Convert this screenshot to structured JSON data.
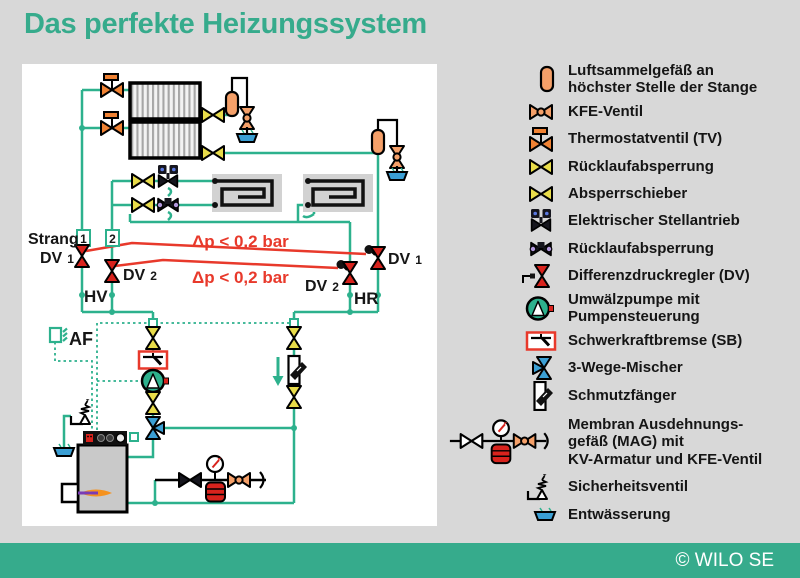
{
  "title": "Das perfekte Heizungssystem",
  "footer": {
    "copyright": "© WILO SE"
  },
  "colors": {
    "accent_teal": "#36ab8c",
    "pipe_teal": "#2db18d",
    "signal_red": "#e8392b",
    "valve_yellow": "#e8dc4a",
    "valve_orange": "#f08233",
    "vessel_orange": "#f5a069",
    "mixer_blue": "#3b9fd4",
    "dv_red": "#d8231d"
  },
  "diagram": {
    "strang_label": "Strang",
    "strang_1": "1",
    "strang_2": "2",
    "dv_left_1": {
      "dv": "DV",
      "n": "1"
    },
    "dv_left_2": {
      "dv": "DV",
      "n": "2"
    },
    "dv_right_1": {
      "dv": "DV",
      "n": "1"
    },
    "dv_right_2": {
      "dv": "DV",
      "n": "2"
    },
    "hv": "HV",
    "hr": "HR",
    "af": "AF",
    "dp_top": "Δp < 0,2 bar",
    "dp_bottom": "Δp < 0,2 bar"
  },
  "legend": {
    "items": [
      {
        "icon": "air-vessel",
        "label": "Luftsammelgefäß an\nhöchster Stelle der Stange"
      },
      {
        "icon": "kfe-valve",
        "label": "KFE-Ventil"
      },
      {
        "icon": "thermostat-valve",
        "label": "Thermostatventil (TV)"
      },
      {
        "icon": "return-shutoff",
        "label": "Rücklaufabsperrung"
      },
      {
        "icon": "gate-valve",
        "label": "Absperrschieber"
      },
      {
        "icon": "electric-actuator",
        "label": "Elektrischer Stellantrieb"
      },
      {
        "icon": "return-shutoff-actuator",
        "label": "Rücklaufabsperrung"
      },
      {
        "icon": "differential-pressure-regulator",
        "label": "Differenzdruckregler (DV)"
      },
      {
        "icon": "circulation-pump",
        "label": "Umwälzpumpe mit\nPumpensteuerung"
      },
      {
        "icon": "gravity-brake",
        "label": "Schwerkraftbremse (SB)"
      },
      {
        "icon": "three-way-mixer",
        "label": "3-Wege-Mischer"
      },
      {
        "icon": "dirt-trap",
        "label": "Schmutzfänger"
      },
      {
        "icon": "mag-assembly",
        "label": "Membran Ausdehnungs-\ngefäß (MAG) mit\nKV-Armatur und KFE-Ventil"
      },
      {
        "icon": "safety-valve",
        "label": "Sicherheitsventil"
      },
      {
        "icon": "drain",
        "label": "Entwässerung"
      }
    ]
  }
}
